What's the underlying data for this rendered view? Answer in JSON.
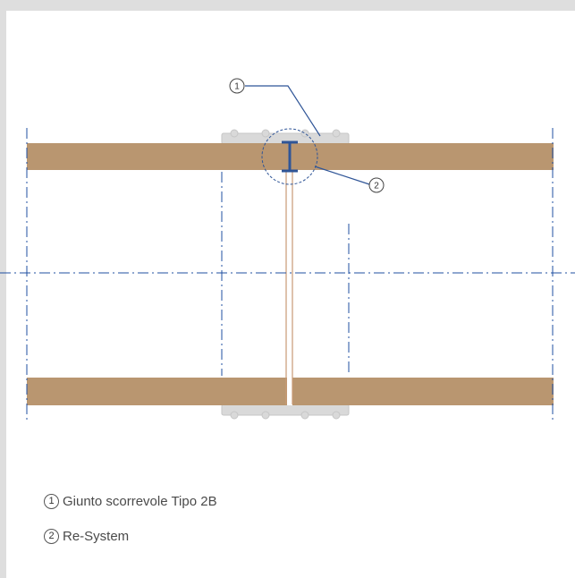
{
  "colors": {
    "pipe": "#b99670",
    "axis": "#1f4fa0",
    "fitting": "#d9d9d9",
    "callout": "#2f5597",
    "rod": "#c89a74"
  },
  "callouts": [
    {
      "number": "1"
    },
    {
      "number": "2"
    }
  ],
  "legend": [
    {
      "number": "1",
      "label": "Giunto scorrevole Tipo 2B"
    },
    {
      "number": "2",
      "label": "Re-System"
    }
  ]
}
